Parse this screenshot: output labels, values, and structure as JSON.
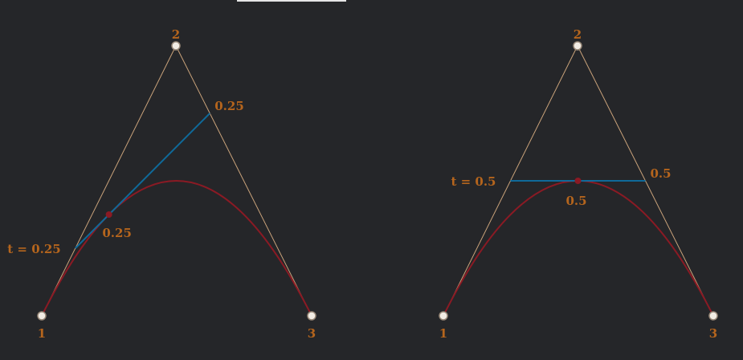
{
  "colors": {
    "background": "#252629",
    "control_polygon": "#c9a27a",
    "curve": "#8b1a24",
    "tangent": "#0f6a9a",
    "label": "#b5651d",
    "point_fill": "#f2ece4",
    "point_stroke": "#9a8a7a",
    "curve_point": "#8b1a24"
  },
  "diagrams": [
    {
      "t": 0.25,
      "t_label": "t = 0.25",
      "p0_label": "1",
      "p1_label": "2",
      "p2_label": "3",
      "right_label": "0.25",
      "curve_label": "0.25"
    },
    {
      "t": 0.5,
      "t_label": "t = 0.5",
      "p0_label": "1",
      "p1_label": "2",
      "p2_label": "3",
      "right_label": "0.5",
      "curve_label": "0.5"
    }
  ]
}
